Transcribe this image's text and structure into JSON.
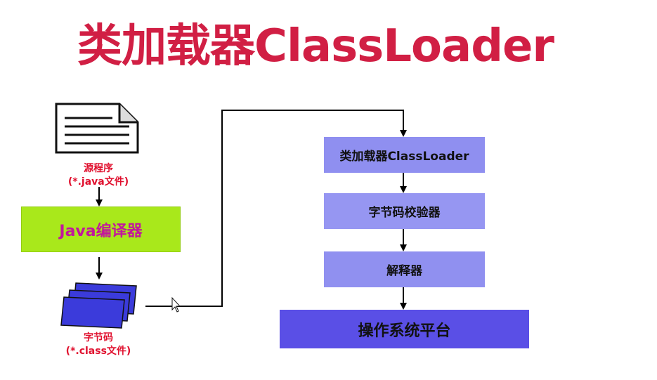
{
  "title": "类加载器ClassLoader",
  "source": {
    "name": "源程序",
    "ext": "(*.java文件)"
  },
  "compiler": {
    "label": "Java编译器"
  },
  "bytecode": {
    "name": "字节码",
    "ext": "(*.class文件)"
  },
  "jvm_boxes": [
    {
      "label": "类加载器ClassLoader"
    },
    {
      "label": "字节码校验器"
    },
    {
      "label": "解释器"
    },
    {
      "label": "操作系统平台"
    }
  ],
  "colors": {
    "title": "#d11f44",
    "compiler_bg": "#a9e81b",
    "compiler_text": "#c2189c",
    "jvm_box": "#8f8ff0",
    "platform_box": "#5a4fe6",
    "bytecode_files": "#3b3bdb"
  }
}
